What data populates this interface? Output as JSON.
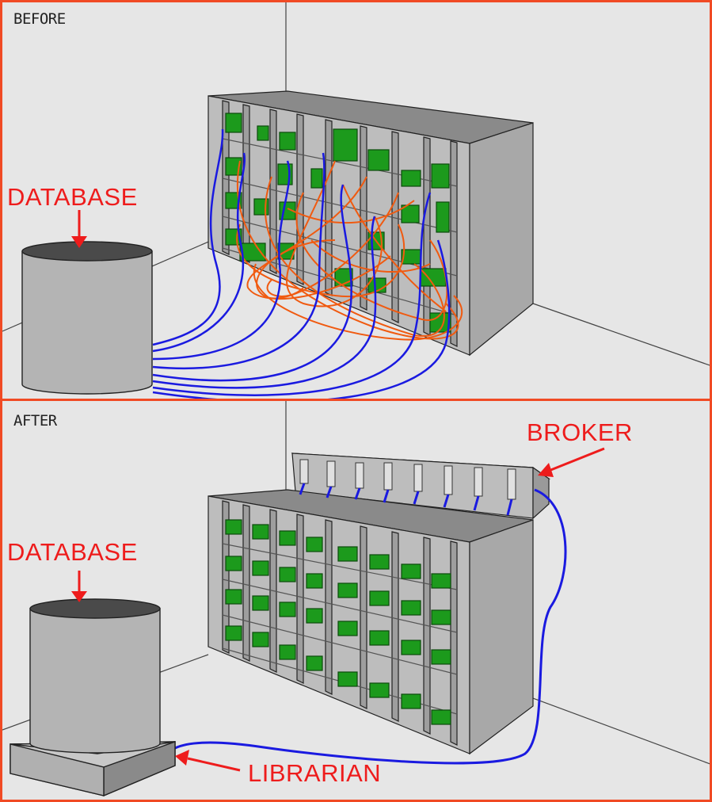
{
  "panels": {
    "before": {
      "title": "BEFORE",
      "labels": {
        "database": "DATABASE"
      }
    },
    "after": {
      "title": "AFTER",
      "labels": {
        "database": "DATABASE",
        "broker": "BROKER",
        "librarian": "LIBRARIAN"
      }
    }
  },
  "colors": {
    "frame": "#f04a24",
    "callout": "#ee1c1c",
    "wire_blue": "#1a1ae0",
    "wire_orange": "#f05a10",
    "module_green": "#1c9a1c",
    "rack_gray": "#a8a8a8",
    "wall": "#e6e6e6"
  }
}
